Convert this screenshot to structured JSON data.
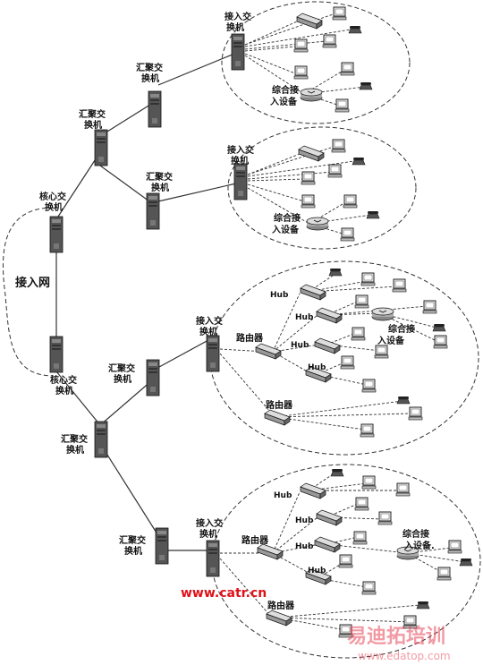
{
  "labels": {
    "core1": "核心交",
    "core1b": "换机",
    "core2": "核心交",
    "core2b": "换机",
    "access_net": "接入网",
    "agg1": "汇聚交",
    "agg1b": "换机",
    "agg2": "汇聚交",
    "agg2b": "换机",
    "agg3": "汇聚交",
    "agg3b": "换机",
    "agg4": "汇聚交",
    "agg4b": "换机",
    "agg5": "汇聚交",
    "agg5b": "换机",
    "agg6": "汇聚交",
    "agg6b": "换机",
    "acc1": "接入交",
    "acc1b": "换机",
    "acc2": "接入交",
    "acc2b": "换机",
    "acc3": "接入交",
    "acc3b": "换机",
    "acc4": "接入交",
    "acc4b": "换机",
    "iad1": "综合接",
    "iad1b": "入设备",
    "iad2": "综合接",
    "iad2b": "入设备",
    "iad3": "综合接",
    "iad3b": "入设备",
    "iad4": "综合接",
    "iad4b": "入设备.",
    "router": "路由器",
    "hub": "Hub"
  },
  "watermarks": {
    "site1": "www.cat",
    "site1b": "r",
    "site1c": ".cn",
    "brand": "易迪拓培训",
    "site2": "www.edatop.com"
  }
}
